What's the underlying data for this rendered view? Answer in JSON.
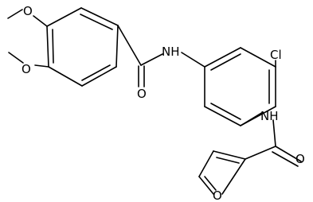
{
  "molecule": {
    "atom_labels": {
      "o_methoxy_top": "O",
      "o_methoxy_left": "O",
      "nh_top": "NH",
      "o_carbonyl_top": "O",
      "cl": "Cl",
      "nh_right": "NH",
      "o_carbonyl_right": "O",
      "o_furan": "O"
    },
    "colors": {
      "bond": "#000000",
      "label": "#000000",
      "background": "#ffffff"
    }
  }
}
